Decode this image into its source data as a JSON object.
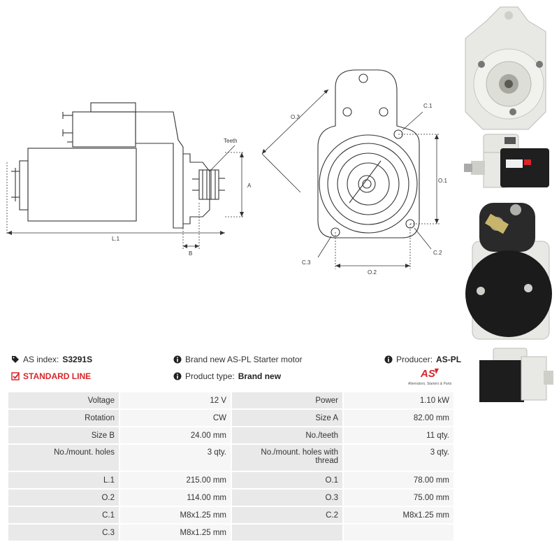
{
  "header": {
    "as_index_label": "AS index:",
    "as_index_value": "S3291S",
    "description": "Brand new AS-PL Starter motor",
    "producer_label": "Producer:",
    "producer_value": "AS-PL",
    "line_label": "STANDARD LINE",
    "product_type_label": "Product type:",
    "product_type_value": "Brand new",
    "logo_text": "AS",
    "logo_tagline": "Alternators, Starters & Parts"
  },
  "drawing": {
    "side_labels": {
      "teeth": "Teeth",
      "a": "A",
      "l1": "L.1",
      "b": "B"
    },
    "front_labels": {
      "o3": "O.3",
      "c1": "C.1",
      "o1": "O.1",
      "c2": "C.2",
      "c3": "C.3",
      "o2": "O.2"
    }
  },
  "specs": {
    "rows": [
      {
        "l1": "Voltage",
        "v1": "12 V",
        "l2": "Power",
        "v2": "1.10 kW"
      },
      {
        "l1": "Rotation",
        "v1": "CW",
        "l2": "Size A",
        "v2": "82.00 mm"
      },
      {
        "l1": "Size B",
        "v1": "24.00 mm",
        "l2": "No./teeth",
        "v2": "11 qty."
      },
      {
        "l1": "No./mount. holes",
        "v1": "3 qty.",
        "l2": "No./mount. holes with thread",
        "v2": "3 qty."
      },
      {
        "l1": "L.1",
        "v1": "215.00 mm",
        "l2": "O.1",
        "v2": "78.00 mm"
      },
      {
        "l1": "O.2",
        "v1": "114.00 mm",
        "l2": "O.3",
        "v2": "75.00 mm"
      },
      {
        "l1": "C.1",
        "v1": "M8x1.25 mm",
        "l2": "C.2",
        "v2": "M8x1.25 mm"
      },
      {
        "l1": "C.3",
        "v1": "M8x1.25 mm",
        "l2": "",
        "v2": ""
      }
    ]
  },
  "colors": {
    "accent": "#d8262a",
    "label_cell": "#e9e9e9",
    "value_cell": "#f6f6f6",
    "line": "#333333"
  }
}
